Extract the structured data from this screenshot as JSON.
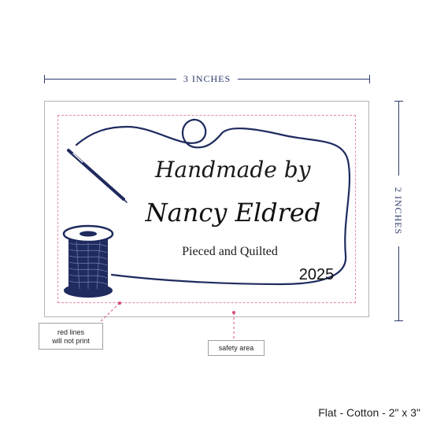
{
  "dimensions": {
    "width_label": "3 INCHES",
    "height_label": "2 INCHES"
  },
  "label": {
    "heading": "Handmade by",
    "name": "Nancy Eldred",
    "subtitle": "Pieced and Quilted",
    "year": "2025"
  },
  "notes": {
    "red_lines": "red lines\nwill not print",
    "safety_area": "safety area"
  },
  "product": "Flat - Cotton - 2\" x 3\"",
  "icons": [
    "needle-icon",
    "thread-spool-icon",
    "thread-border-icon"
  ],
  "colors": {
    "thread": "#1f2a5e",
    "dimension": "#2d3a6b",
    "safety_line": "#e58aa6",
    "connector": "#d64a78"
  }
}
